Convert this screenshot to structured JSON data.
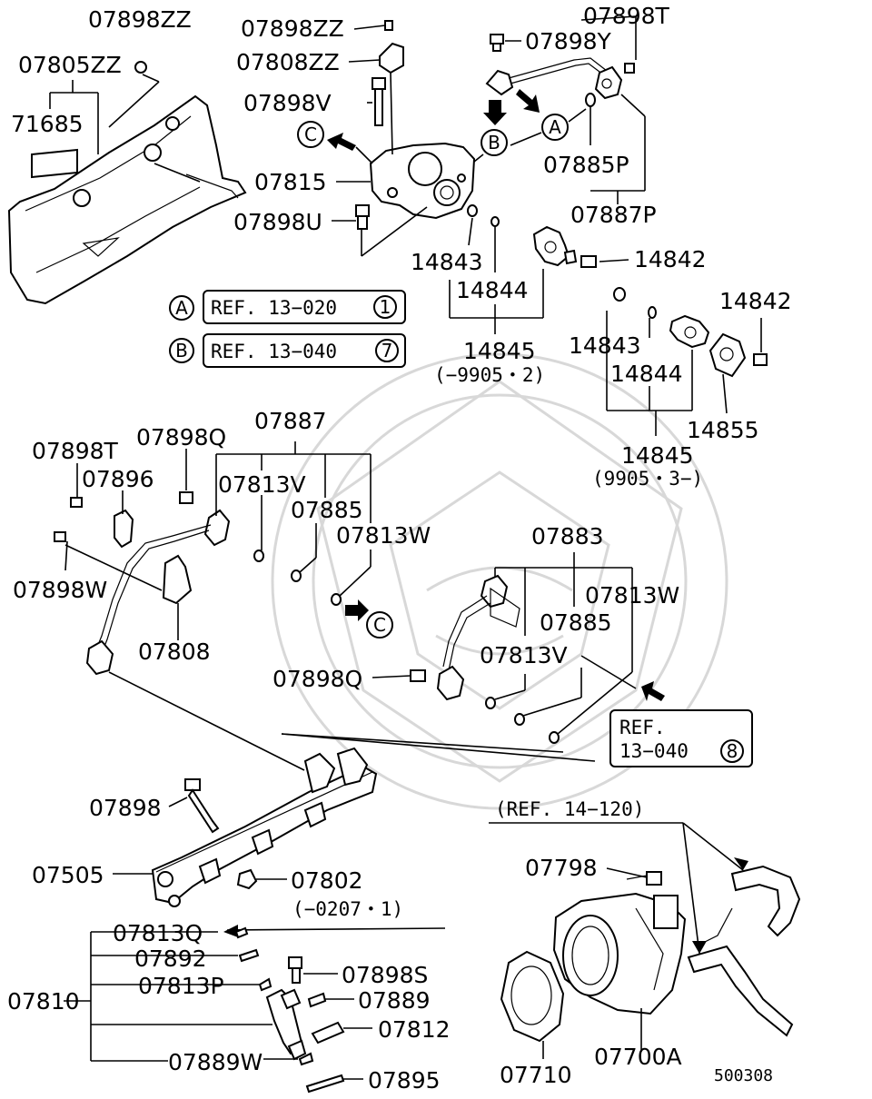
{
  "labels": {
    "p07898ZZ_a": "07898ZZ",
    "p07805ZZ": "07805ZZ",
    "p71685": "71685",
    "p07898ZZ_b": "07898ZZ",
    "p07808ZZ": "07808ZZ",
    "p07898V": "07898V",
    "p07815": "07815",
    "p07898U": "07898U",
    "p07898T_top": "07898T",
    "p07898Y": "07898Y",
    "p07885P": "07885P",
    "p07887P": "07887P",
    "p14843_a": "14843",
    "p14844_a": "14844",
    "p14842_a": "14842",
    "p14845_a": "14845",
    "p14842_b": "14842",
    "p14843_b": "14843",
    "p14844_b": "14844",
    "p14855": "14855",
    "p14845_b": "14845",
    "p07887": "07887",
    "p07898T": "07898T",
    "p07898Q_a": "07898Q",
    "p07896": "07896",
    "p07813V_a": "07813V",
    "p07885_a": "07885",
    "p07813W_a": "07813W",
    "p07898W": "07898W",
    "p07808": "07808",
    "p07883": "07883",
    "p07813W_b": "07813W",
    "p07885_b": "07885",
    "p07813V_b": "07813V",
    "p07898Q_b": "07898Q",
    "p07898": "07898",
    "p07505": "07505",
    "p07802": "07802",
    "p07813Q": "07813Q",
    "p07892": "07892",
    "p07898S": "07898S",
    "p07810": "07810",
    "p07813P": "07813P",
    "p07889": "07889",
    "p07812": "07812",
    "p07889W": "07889W",
    "p07895": "07895",
    "p07798": "07798",
    "p07710": "07710",
    "p07700A": "07700A"
  },
  "notes": {
    "n14845a": "(−9905・2)",
    "n14845b": "(9905・3−)",
    "n0207": "(−0207・1)",
    "n14120": "(REF. 14−120)"
  },
  "refs": {
    "a_badge": "A",
    "a_text": "REF. 13−020",
    "a_num": "1",
    "b_badge": "B",
    "b_text": "REF. 13−040",
    "b_num": "7",
    "ref8_line1": "REF.",
    "ref8_line2": "13−040",
    "ref8_num": "8"
  },
  "markers": {
    "c_top": "C",
    "b_top": "B",
    "a_top": "A",
    "c_mid": "C"
  },
  "diagram_id": "500308"
}
